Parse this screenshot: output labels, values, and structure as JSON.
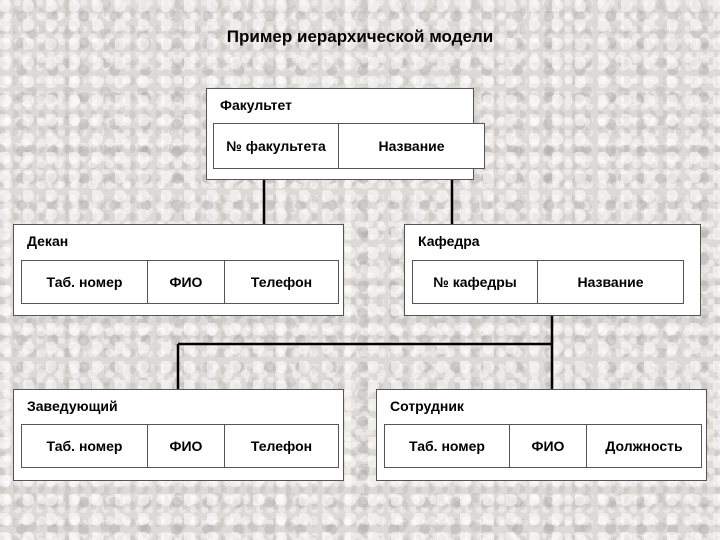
{
  "title": "Пример иерархической модели",
  "entities": {
    "faculty": {
      "name": "Факультет",
      "fields": [
        "№ факультета",
        "Название"
      ]
    },
    "dean": {
      "name": "Декан",
      "fields": [
        "Таб. номер",
        "ФИО",
        "Телефон"
      ]
    },
    "department": {
      "name": "Кафедра",
      "fields": [
        "№ кафедры",
        "Название"
      ]
    },
    "head": {
      "name": "Заведующий",
      "fields": [
        "Таб. номер",
        "ФИО",
        "Телефон"
      ]
    },
    "employee": {
      "name": "Сотрудник",
      "fields": [
        "Таб. номер",
        "ФИО",
        "Должность"
      ]
    }
  }
}
